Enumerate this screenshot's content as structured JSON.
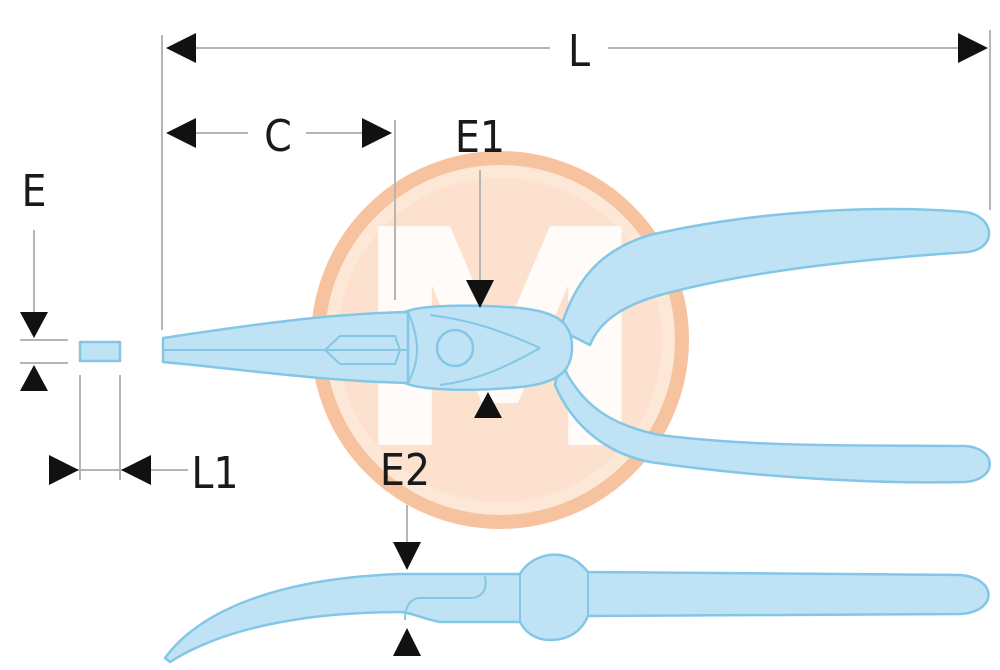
{
  "diagram": {
    "labels": {
      "overall_length": "L",
      "jaw_length": "C",
      "tip_thickness": "E",
      "jaw_thickness": "E1",
      "side_thickness": "E2",
      "tip_length": "L1"
    },
    "colors": {
      "tool_fill": "#bfe3f5",
      "tool_stroke": "#84c6e6",
      "dimension_line": "#b5b5b5",
      "arrow": "#111111",
      "watermark_ring": "#f6b98f",
      "watermark_fill": "#fde3d1"
    },
    "watermark": {
      "icon": "m-logo-watermark",
      "letter": "M"
    }
  }
}
